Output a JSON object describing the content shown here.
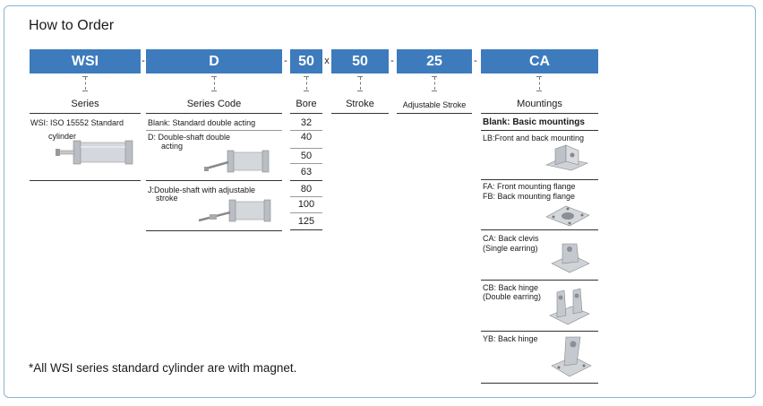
{
  "title": "How to Order",
  "code_boxes": [
    "WSI",
    "D",
    "50",
    "50",
    "25",
    "CA"
  ],
  "separators": [
    "-",
    "-",
    "x",
    "-",
    "-"
  ],
  "column_headers": {
    "series": "Series",
    "series_code": "Series Code",
    "bore": "Bore",
    "stroke": "Stroke",
    "adjustable_stroke": "Adjustable Stroke",
    "mountings": "Mountings"
  },
  "series": {
    "line1": "WSI: ISO 15552 Standard",
    "line2": "cylinder"
  },
  "series_codes": {
    "blank": "Blank: Standard double acting",
    "d_line1": "D:  Double-shaft double",
    "d_line2": "acting",
    "j_line1": "J:Double-shaft with adjustable",
    "j_line2": "stroke"
  },
  "bores": [
    "32",
    "40",
    "50",
    "63",
    "80",
    "100",
    "125"
  ],
  "mountings": {
    "header": "Blank: Basic mountings",
    "lb": "LB:Front and back mounting",
    "fa": "FA: Front mounting flange",
    "fb": "FB: Back mounting flange",
    "ca_line1": "CA:  Back clevis",
    "ca_line2": "(Single earring)",
    "cb_line1": "CB: Back hinge",
    "cb_line2": "(Double earring)",
    "yb": "YB: Back hinge"
  },
  "note": "*All WSI series standard cylinder are with magnet.",
  "colors": {
    "accent": "#3d7bbd",
    "frame": "#8ab4d4"
  }
}
